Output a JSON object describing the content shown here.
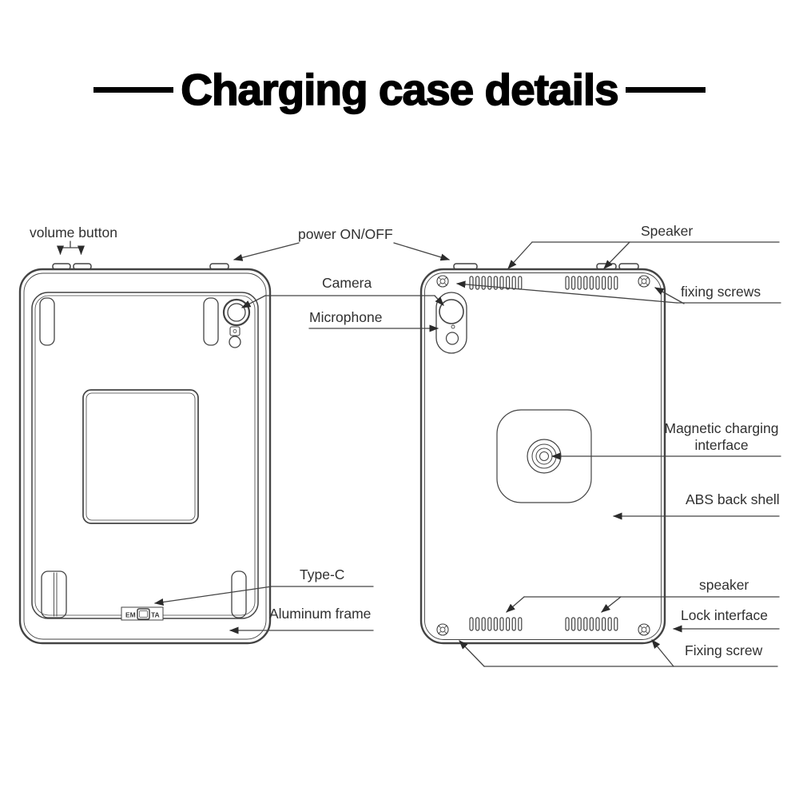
{
  "title": "Charging case details",
  "labels": {
    "volume_button": "volume button",
    "power_on_off": "power ON/OFF",
    "camera": "Camera",
    "microphone": "Microphone",
    "type_c": "Type-C",
    "aluminum_frame": "Aluminum frame",
    "speaker_top": "Speaker",
    "fixing_screws": "fixing screws",
    "magnetic_charging_line1": "Magnetic charging",
    "magnetic_charging_line2": "interface",
    "abs_back_shell": "ABS back shell",
    "speaker_bottom": "speaker",
    "lock_interface": "Lock interface",
    "fixing_screw": "Fixing screw"
  },
  "port": {
    "left_text": "EM",
    "right_text": "TA"
  },
  "colors": {
    "line": "#434343",
    "label_text": "#303030",
    "title": "#000000",
    "background": "#ffffff"
  }
}
